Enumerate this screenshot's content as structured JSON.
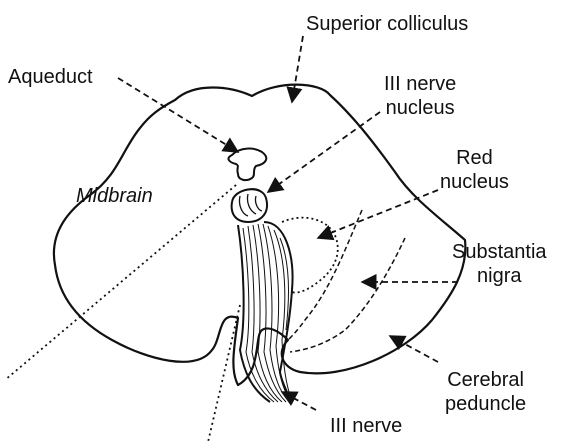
{
  "labels": {
    "superior_colliculus": "Superior colliculus",
    "aqueduct": "Aqueduct",
    "iii_nerve_nucleus_line1": "III nerve",
    "iii_nerve_nucleus_line2": "nucleus",
    "red_nucleus_line1": "Red",
    "red_nucleus_line2": "nucleus",
    "midbrain": "Midbrain",
    "substantia_nigra_line1": "Substantia",
    "substantia_nigra_line2": "nigra",
    "cerebral_peduncle_line1": "Cerebral",
    "cerebral_peduncle_line2": "peduncle",
    "iii_nerve": "III nerve"
  },
  "colors": {
    "ink": "#111111",
    "background": "#ffffff"
  }
}
